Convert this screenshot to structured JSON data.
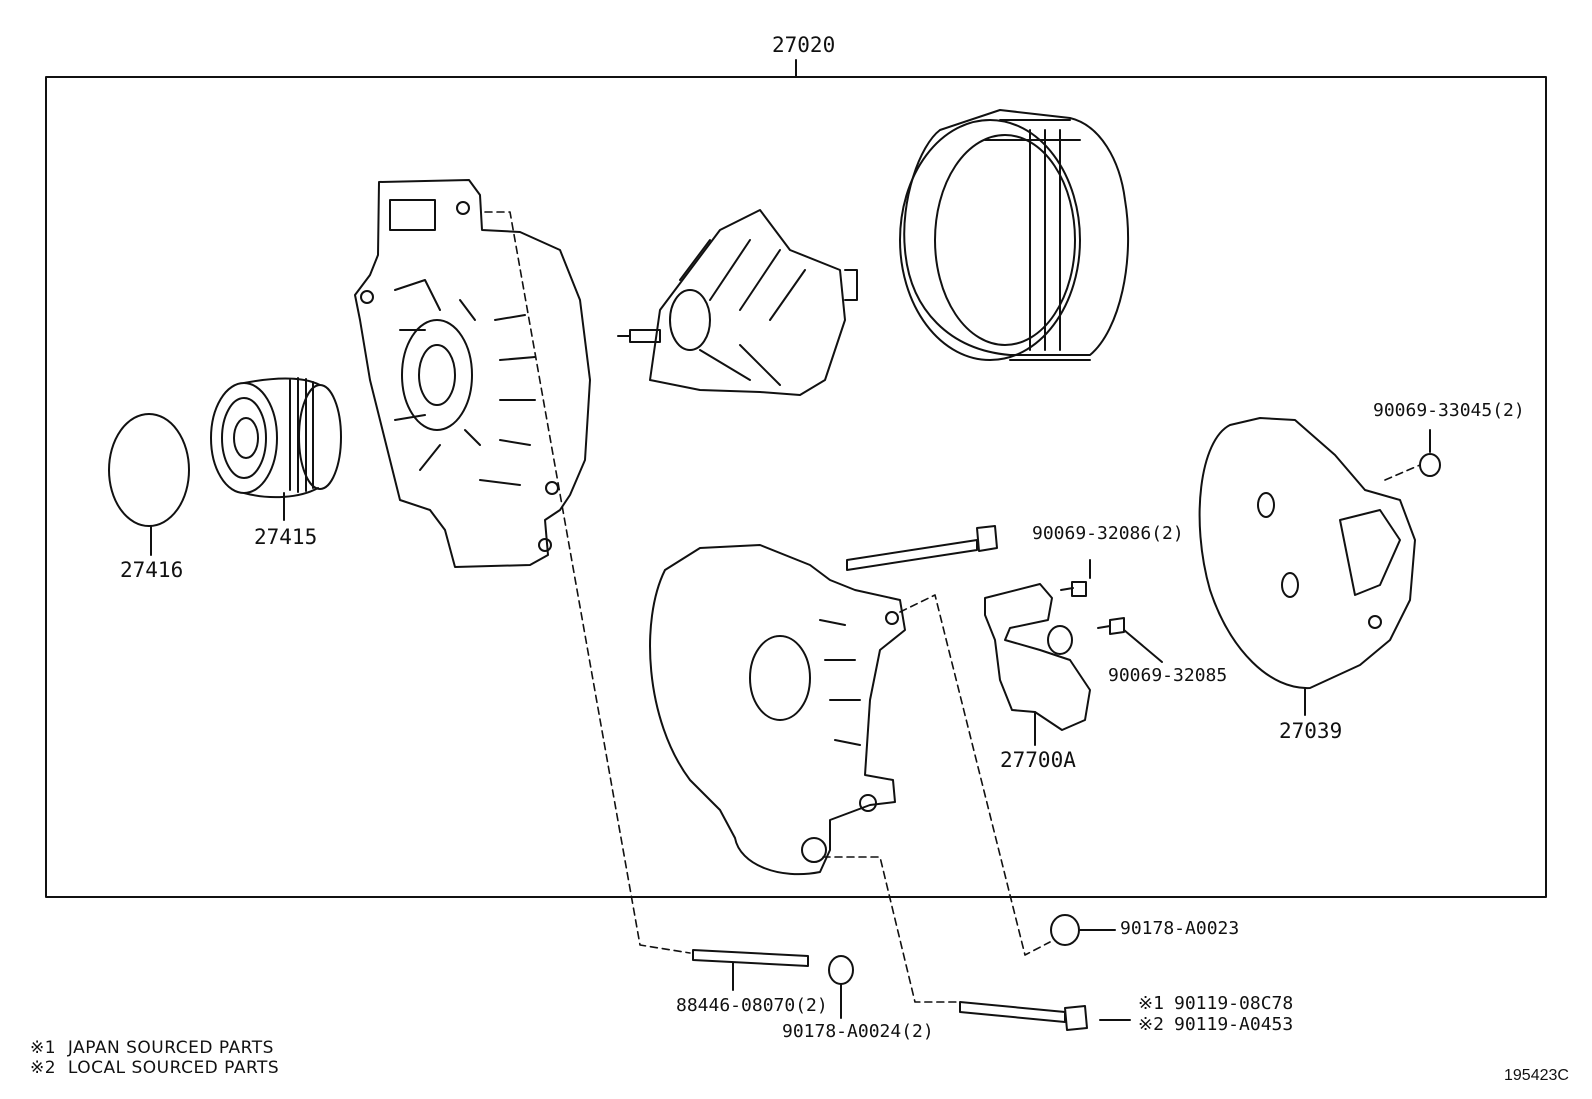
{
  "assembly_number": "27020",
  "figure_id": "195423C",
  "parts": {
    "cap": "27416",
    "pulley": "27415",
    "rear_cover": "27039",
    "regulator": "27700A",
    "nut_cover": "90069-33045(2)",
    "screw_regulator_a": "90069-32086(2)",
    "screw_regulator_b": "90069-32085",
    "nut_terminal": "90178-A0023",
    "stud_bolt": "88446-08070(2)",
    "nut_stud": "90178-A0024(2)",
    "bolt_mark_1": "※1",
    "bolt_part_1": "90119-08C78",
    "bolt_mark_2": "※2",
    "bolt_part_2": "90119-A0453"
  },
  "notes": [
    {
      "mark": "※1",
      "text": "JAPAN SOURCED PARTS"
    },
    {
      "mark": "※2",
      "text": "LOCAL SOURCED PARTS"
    }
  ]
}
